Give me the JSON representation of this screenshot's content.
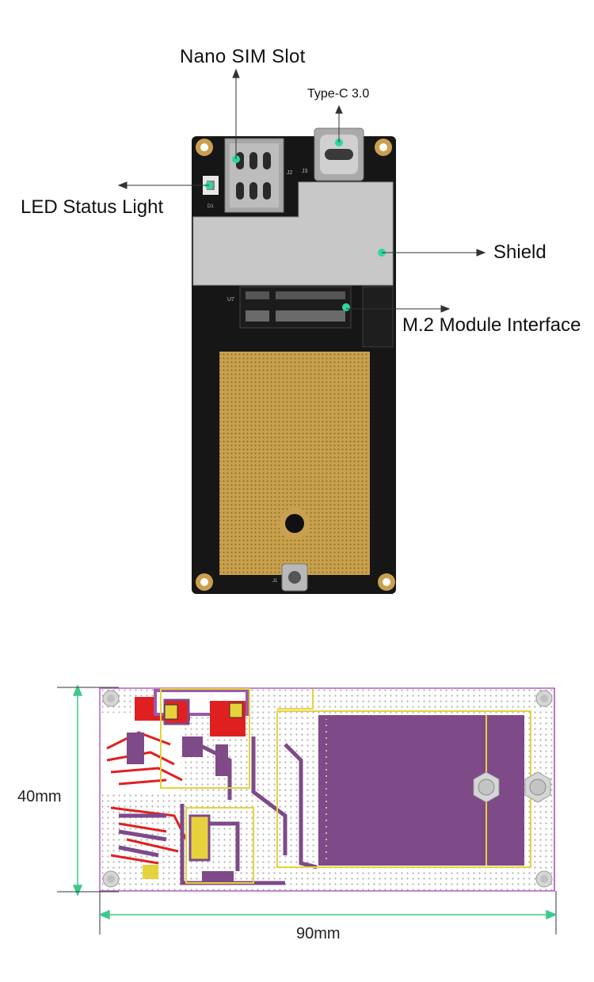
{
  "callouts": {
    "nano_sim": "Nano SIM Slot",
    "type_c": "Type-C 3.0",
    "led": "LED Status Light",
    "shield": "Shield",
    "m2": "M.2 Module Interface"
  },
  "dimensions": {
    "height": "40mm",
    "width": "90mm"
  },
  "silkscreen": {
    "j2": "J2",
    "j3": "J3",
    "u7": "U7",
    "j1": "J1",
    "d1": "D1"
  },
  "colors": {
    "board": "#161616",
    "shield": "#c8c8c8",
    "gold": "#c8a050",
    "marker": "#2fd6a0",
    "pcb_purple": "#7e4a88",
    "pcb_yellow": "#e6d23c",
    "pcb_red": "#e02020",
    "dimension_line": "#3ec98a"
  },
  "icons": {
    "marker": "callout-dot-icon",
    "arrow": "arrowhead-icon",
    "mount_hole": "mount-hole-icon"
  }
}
